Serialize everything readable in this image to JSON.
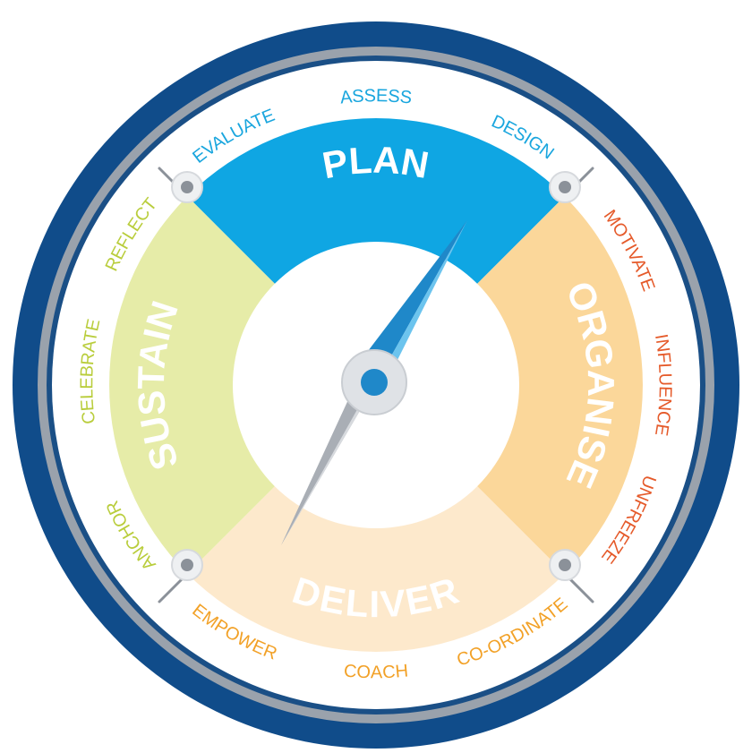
{
  "colors": {
    "outer_ring": "#104c8a",
    "grey_ring": "#9aa2ac",
    "plan": "#0fa6e3",
    "organise": "#fbd79a",
    "deliver": "#fde9cc",
    "sustain": "#e6eca8",
    "plan_text": "#1aa6de",
    "organise_text": "#e55a2a",
    "deliver_text": "#f2a127",
    "sustain_text": "#b9cd3c",
    "needle_blue": "#1f88c9",
    "needle_blue_light": "#6cc4ee",
    "needle_grey": "#a9aeb5"
  },
  "sectors": {
    "plan": "PLAN",
    "organise": "ORGANISE",
    "deliver": "DELIVER",
    "sustain": "SUSTAIN"
  },
  "ring_labels": {
    "evaluate": "EVALUATE",
    "assess": "ASSESS",
    "design": "DESIGN",
    "motivate": "MOTIVATE",
    "influence": "INFLUENCE",
    "unfreeze": "UNFREEZE",
    "coordinate": "CO-ORDINATE",
    "coach": "COACH",
    "empower": "EMPOWER",
    "anchor": "ANCHOR",
    "celebrate": "CELEBRATE",
    "reflect": "REFLECT"
  },
  "icons": {
    "needle": "compass-needle-icon",
    "hub": "compass-hub-icon"
  }
}
